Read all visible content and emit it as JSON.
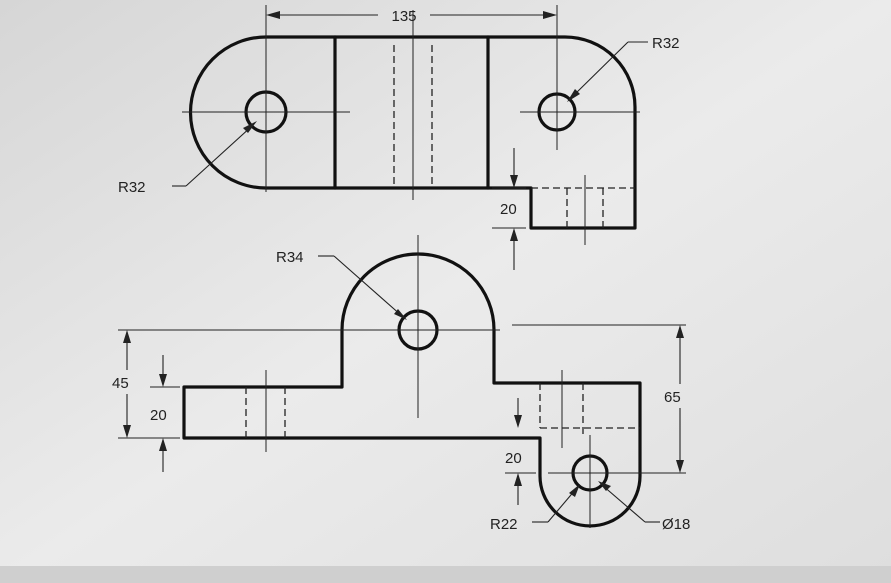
{
  "colors": {
    "paper": "#e4e4e4",
    "line": "#111111"
  },
  "top_view": {
    "dim_overall_length": "135",
    "dim_left_radius": "R32",
    "dim_right_radius": "R32",
    "dim_step_height": "20"
  },
  "front_view": {
    "dim_arch_radius": "R34",
    "dim_arch_height": "45",
    "dim_base_thickness": "20",
    "dim_lug_center_height": "65",
    "dim_lug_thickness": "20",
    "dim_lug_radius": "R22",
    "dim_lug_hole": "Ø18"
  }
}
